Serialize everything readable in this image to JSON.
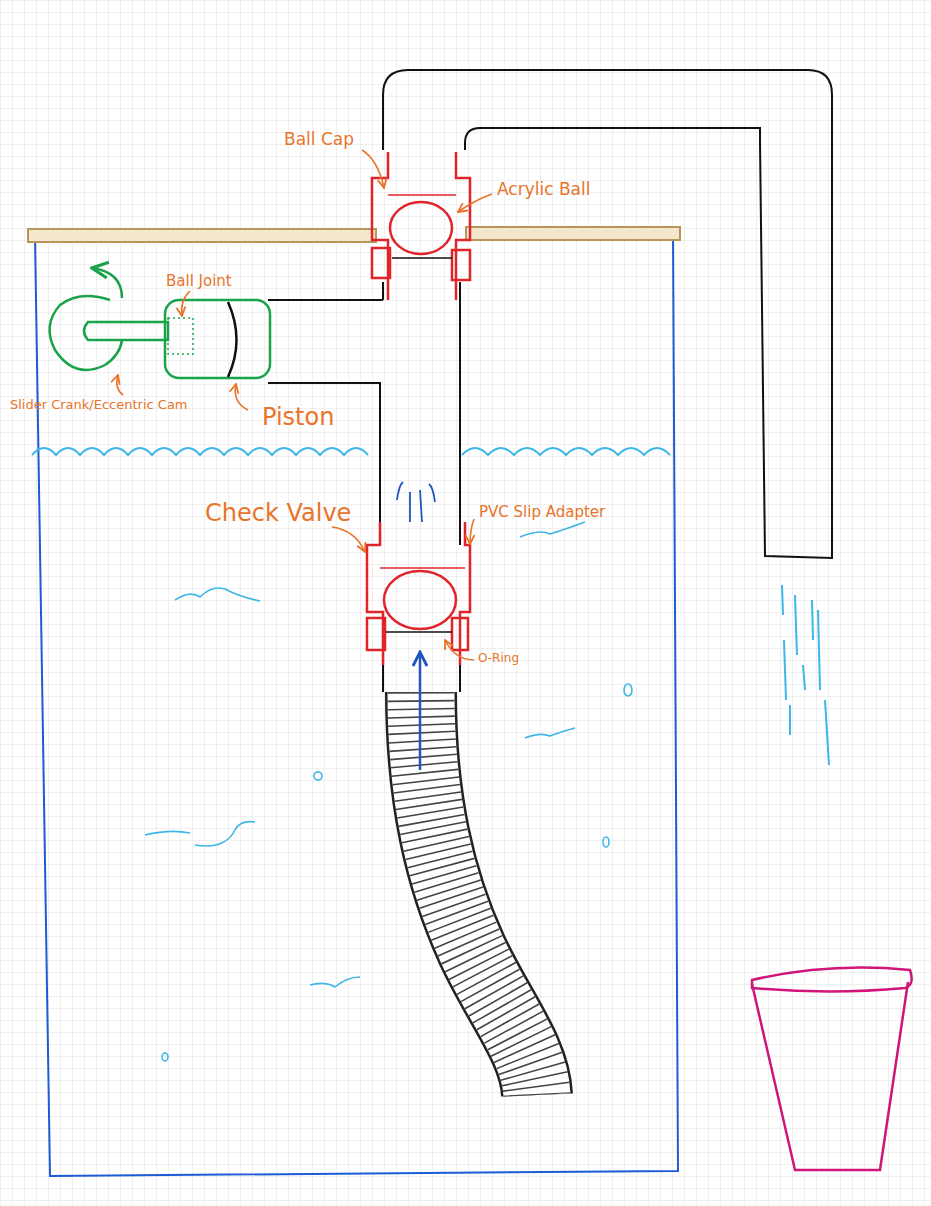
{
  "diagram": {
    "labels": [
      "Ball Cap",
      "Acrylic Ball",
      "Ball Joint",
      "Slider Crank/Eccentric Cam",
      "Piston",
      "Check Valve",
      "PVC Slip Adapter",
      "O-Ring"
    ]
  }
}
